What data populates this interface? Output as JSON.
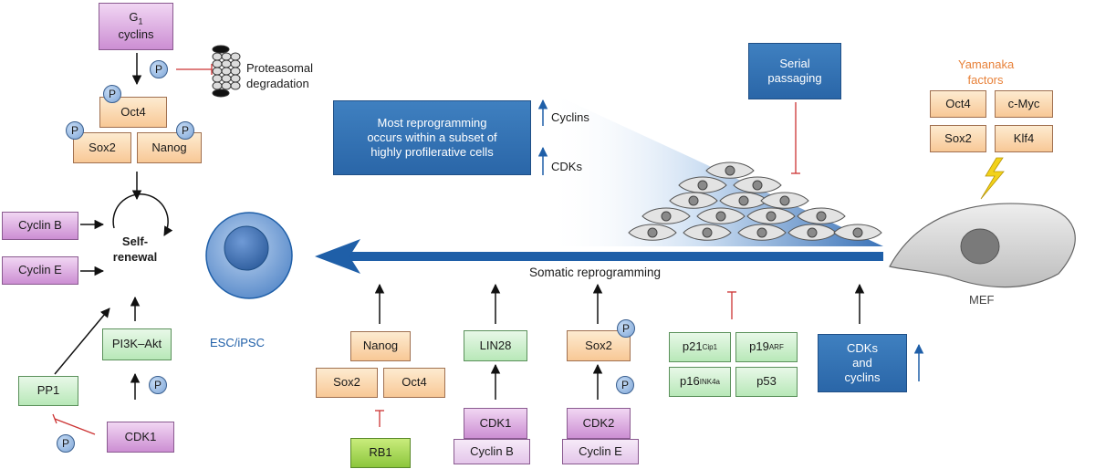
{
  "g1_cyclins": {
    "line1": "G",
    "sub": "1",
    "line2": "cyclins"
  },
  "proteasomal": [
    "Proteasomal",
    "degradation"
  ],
  "oct4": "Oct4",
  "sox2": "Sox2",
  "nanog": "Nanog",
  "p_label": "P",
  "cyclin_b": "Cyclin B",
  "cyclin_e": "Cyclin E",
  "self_renewal": [
    "Self-",
    "renewal"
  ],
  "pi3k": "PI3K–Akt",
  "pp1": "PP1",
  "cdk1": "CDK1",
  "esc": "ESC/iPSC",
  "center_box": [
    "Most reprogramming",
    "occurs within a subset of",
    "highly profilerative cells"
  ],
  "up_cyclins": "Cyclins",
  "up_cdks": "CDKs",
  "serial": [
    "Serial",
    "passaging"
  ],
  "yamanaka_title": [
    "Yamanaka",
    "factors"
  ],
  "yamanaka": [
    "Oct4",
    "c-Myc",
    "Sox2",
    "Klf4"
  ],
  "mef": "MEF",
  "somatic": "Somatic reprogramming",
  "bottom": {
    "nanog": "Nanog",
    "sox2": "Sox2",
    "oct4": "Oct4",
    "rb1": "RB1",
    "lin28": "LIN28",
    "cdk1": "CDK1",
    "cyclin_b": "Cyclin B",
    "sox2b": "Sox2",
    "cdk2": "CDK2",
    "cyclin_e": "Cyclin E",
    "p21": "p21",
    "p21_sup": "Cip1",
    "p19": "p19",
    "p19_sup": "ARF",
    "p16": "p16",
    "p16_sup": "INK4a",
    "p53": "p53",
    "cdks_cyclins": [
      "CDKs",
      "and",
      "cyclins"
    ]
  },
  "colors": {
    "arrow_blue": "#1f5fa8",
    "inhibit_red": "#cc3333",
    "accent_orange": "#e8823a"
  }
}
